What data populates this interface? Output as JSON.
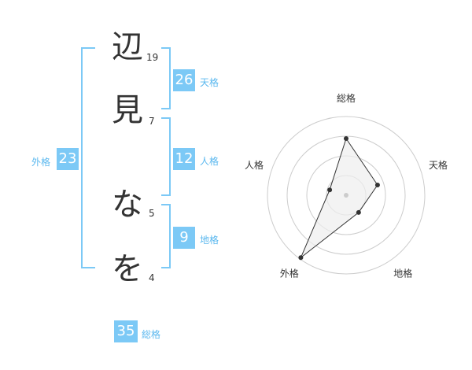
{
  "name_chars": [
    {
      "char": "辺",
      "strokes": "19"
    },
    {
      "char": "見",
      "strokes": "7"
    },
    {
      "char": "な",
      "strokes": "5"
    },
    {
      "char": "を",
      "strokes": "4"
    }
  ],
  "kaku": {
    "tenkaku": {
      "value": "26",
      "label": "天格"
    },
    "jinkaku": {
      "value": "12",
      "label": "人格"
    },
    "chikaku": {
      "value": "9",
      "label": "地格"
    },
    "gaikaku": {
      "value": "23",
      "label": "外格"
    },
    "soukaku": {
      "value": "35",
      "label": "総格"
    }
  },
  "chart_data": {
    "type": "radar",
    "axes": [
      "総格",
      "天格",
      "地格",
      "外格",
      "人格"
    ],
    "values": [
      0.72,
      0.42,
      0.27,
      0.98,
      0.22
    ],
    "rings": 4,
    "colors": {
      "ring": "#cccccc",
      "fill": "#eeeeee",
      "line": "#333333",
      "point": "#333333",
      "center": "#cccccc"
    }
  }
}
